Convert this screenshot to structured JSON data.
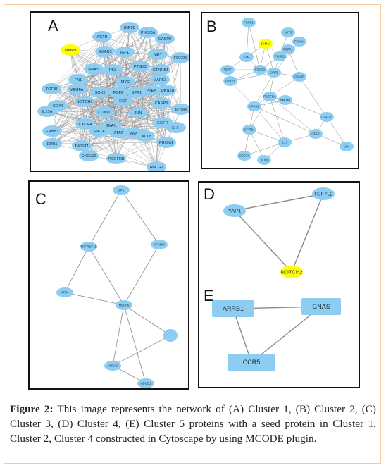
{
  "figure": {
    "panels": {
      "A": {
        "label": "A",
        "nodes": [
          "IGF1B",
          "PIK3CA",
          "ACTB",
          "CASP8",
          "MMP9",
          "SMAD3",
          "IGF1",
          "MET",
          "FOXO1",
          "PTGS2",
          "CTNNB1",
          "HRAS",
          "P53",
          "MAPK1",
          "FN1",
          "MYC",
          "CDKN2A",
          "TGFBI",
          "VEGFA",
          "SOX2",
          "FGF2",
          "SPP1",
          "PTEN",
          "CD44",
          "NOTCH1",
          "EGF",
          "CASP3",
          "IL17A",
          "COND1",
          "JUN",
          "MTOR",
          "CXCR4",
          "SNAI1",
          "EGFR",
          "SHH",
          "ERBB3",
          "HIF1A",
          "STAT",
          "MMP",
          "CXCL8",
          "EDN1",
          "TWIST1",
          "PROM1",
          "CXCL12",
          "PDGFRB",
          "ABCG2"
        ],
        "seed": "MMP9"
      },
      "B": {
        "label": "B",
        "nodes": [
          "FGFR1",
          "AKT3",
          "BCMA2",
          "FGFR1",
          "FOXO4",
          "ATM",
          "PIK3R1",
          "TERT",
          "FOXO3",
          "SIRT1",
          "GSK3B",
          "PARP1",
          "PDGFRA",
          "HMOX1",
          "NFKB1",
          "LGALS3",
          "STAT5A",
          "GFAP",
          "IL13",
          "SOCS3",
          "VIM",
          "TLR9"
        ],
        "seed": "BCMA2"
      },
      "C": {
        "label": "C",
        "nodes": [
          "SP1",
          "TNFRSF1B",
          "NFKBIA",
          "ATF4",
          "HSPA5",
          "ANXA2",
          "ABCB1",
          ""
        ]
      },
      "D": {
        "label": "D",
        "nodes": [
          "YAP1",
          "TCF7L2",
          "NOTCH2"
        ],
        "seed": "NOTCH2"
      },
      "E": {
        "label": "E",
        "nodes": [
          "ARRB1",
          "GNAS",
          "CCR5"
        ]
      }
    },
    "colors": {
      "node": "#8ecdf2",
      "seed": "#ffff00",
      "edge": "#8a8a8a"
    },
    "caption": {
      "prefix": "Figure 2:",
      "text": " This image represents the network of (A) Cluster 1, (B) Cluster 2, (C) Cluster 3, (D) Cluster 4, (E) Cluster 5 proteins with a seed protein in Cluster 1, Cluster 2, Cluster 4 constructed in Cytoscape by using MCODE plugin."
    }
  }
}
